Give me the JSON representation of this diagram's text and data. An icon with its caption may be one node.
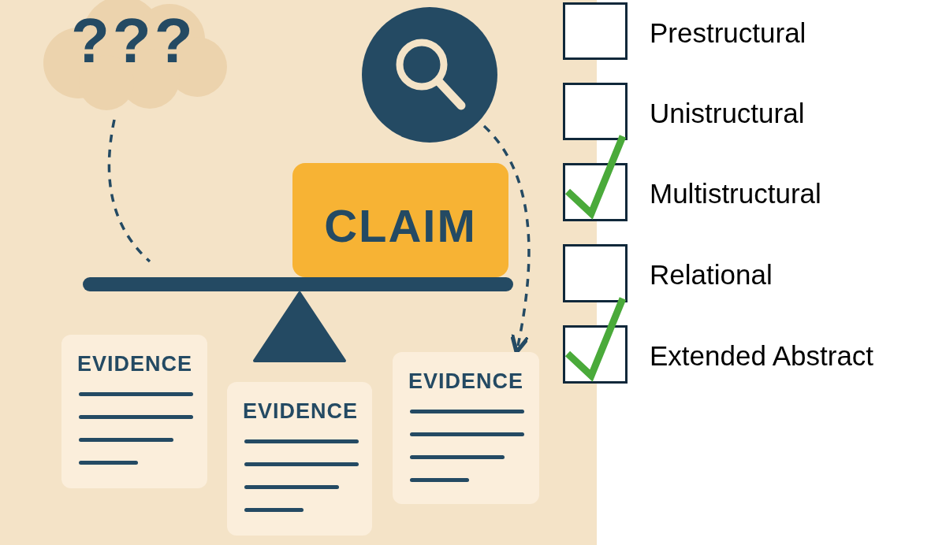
{
  "diagram": {
    "nodes": [
      {
        "text": [
          "???"
        ]
      },
      {
        "text": [],
        "shape": "circle"
      },
      {
        "text": [
          "CLAIM"
        ]
      },
      {
        "text": [
          "EVIDENCE"
        ]
      },
      {
        "text": [
          "EVIDENCE"
        ]
      },
      {
        "text": [
          "EVIDENCE"
        ]
      },
      {
        "text": [],
        "shape": "box",
        "beside": [
          "Prestructural"
        ]
      },
      {
        "text": [],
        "shape": "box",
        "beside": [
          "Unistructural"
        ]
      },
      {
        "text": [],
        "shape": "box",
        "beside": [
          "Multistructural"
        ]
      },
      {
        "text": [],
        "shape": "box",
        "beside": [
          "Relational"
        ]
      },
      {
        "text": [],
        "shape": "box",
        "beside": [
          "Extended Abstract"
        ]
      }
    ],
    "edges": [
      {
        "from": 0,
        "to": null,
        "arrow": "none",
        "style": "dashed"
      },
      {
        "from": 1,
        "to": 5,
        "arrow": "to",
        "style": "dashed"
      }
    ]
  }
}
